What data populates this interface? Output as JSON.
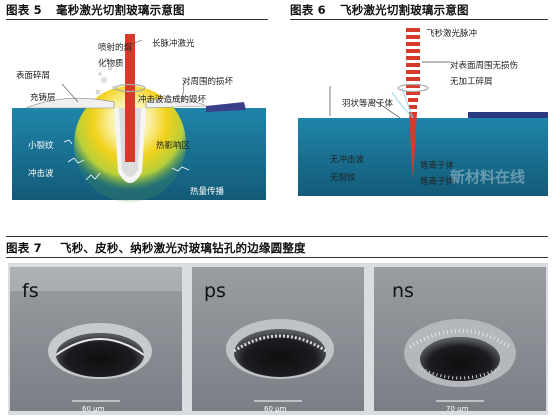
{
  "fig5": {
    "number": "图表 5",
    "title": "毫秒激光切割玻璃示意图",
    "labels": {
      "eject": "喷射的熔",
      "eject2": "化物质",
      "long_pulse": "长脉冲激光",
      "surface_debris": "表面碎屑",
      "recast": "充铸层",
      "damage": "对周围的损坏",
      "shock_damage": "冲击波造成的毁坏",
      "microcrack": "小裂纹",
      "haz": "热影响区",
      "shockwave": "冲击波",
      "heat": "热量传播"
    }
  },
  "fig6": {
    "number": "图表 6",
    "title": "飞秒激光切割玻璃示意图",
    "labels": {
      "fs_pulse": "飞秒激光脉冲",
      "no_damage": "对表面周围无损伤",
      "no_debris": "无加工碎屑",
      "plume": "羽状等离子体",
      "no_shock": "无冲击波",
      "no_crack": "无裂纹",
      "plasma1": "等离子体",
      "plasma2": "等离子体"
    },
    "watermark": "新材料在线"
  },
  "fig7": {
    "number": "图表 7",
    "title": "飞秒、皮秒、纳秒激光对玻璃钻孔的边缘圆整度",
    "panels": [
      {
        "tag": "fs",
        "scale": "60 μm"
      },
      {
        "tag": "ps",
        "scale": "60 μm"
      },
      {
        "tag": "ns",
        "scale": "70 μm"
      }
    ]
  },
  "colors": {
    "rule": "#333333",
    "sea": "#1b6f90",
    "laser_red": "#d63a2a",
    "heat_yellow": "#f2d21c",
    "heat_green": "#b7cf3a",
    "sem_gray": "#8e9296"
  }
}
